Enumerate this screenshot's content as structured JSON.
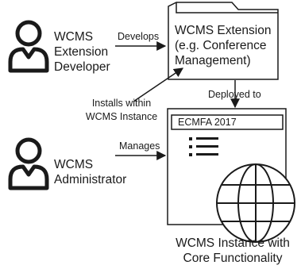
{
  "actors": {
    "developer": {
      "line1": "WCMS",
      "line2": "Extension",
      "line3": "Developer",
      "icon": "person-icon"
    },
    "administrator": {
      "line1": "WCMS",
      "line2": "Administrator",
      "icon": "person-icon"
    }
  },
  "extension": {
    "line1": "WCMS Extension",
    "line2": "(e.g. Conference",
    "line3": "Management)",
    "icon": "folder-icon"
  },
  "instance": {
    "header_text": "ECMFA 2017",
    "caption_line1": "WCMS Instance with",
    "caption_line2": "Core Functionality",
    "icons": [
      "list-icon",
      "globe-icon"
    ]
  },
  "edges": {
    "develops": "Develops",
    "deployed_to": "Deployed to",
    "installs_line1": "Installs within",
    "installs_line2": "WCMS Instance",
    "manages": "Manages"
  },
  "colors": {
    "stroke": "#1a1a1a",
    "background": "#ffffff"
  }
}
